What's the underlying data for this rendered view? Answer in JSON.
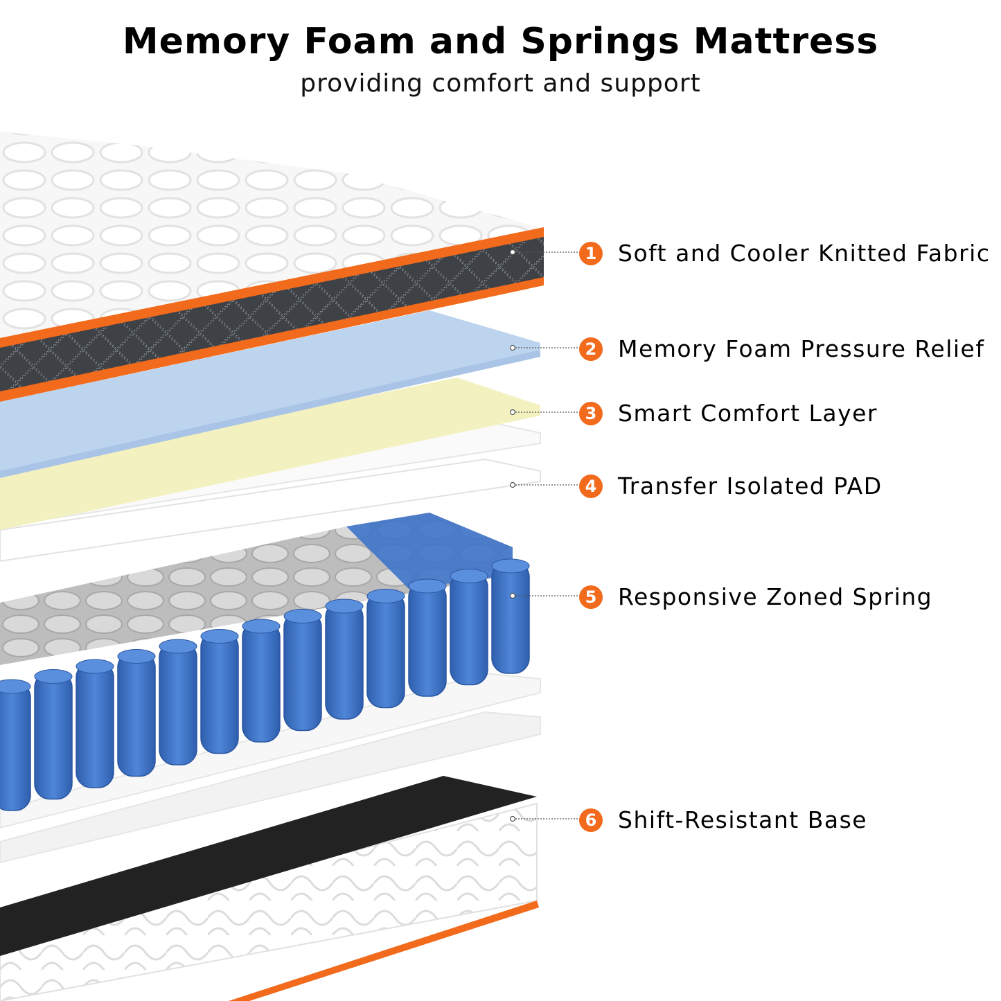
{
  "header": {
    "title": "Memory Foam and Springs Mattress",
    "subtitle": "providing comfort and support"
  },
  "colors": {
    "accent": "#F26A1B",
    "spring_blue": "#3F74C9",
    "foam_blue": "#BDD4EE",
    "comfort_yellow": "#F4F1C0",
    "base_black": "#222222",
    "fabric_grey": "#3E4247"
  },
  "layers": [
    {
      "number": "1",
      "label": "Soft and Cooler Knitted Fabric"
    },
    {
      "number": "2",
      "label": "Memory Foam Pressure Relief"
    },
    {
      "number": "3",
      "label": "Smart Comfort Layer"
    },
    {
      "number": "4",
      "label": "Transfer Isolated PAD"
    },
    {
      "number": "5",
      "label": "Responsive Zoned Spring"
    },
    {
      "number": "6",
      "label": "Shift-Resistant Base"
    }
  ]
}
